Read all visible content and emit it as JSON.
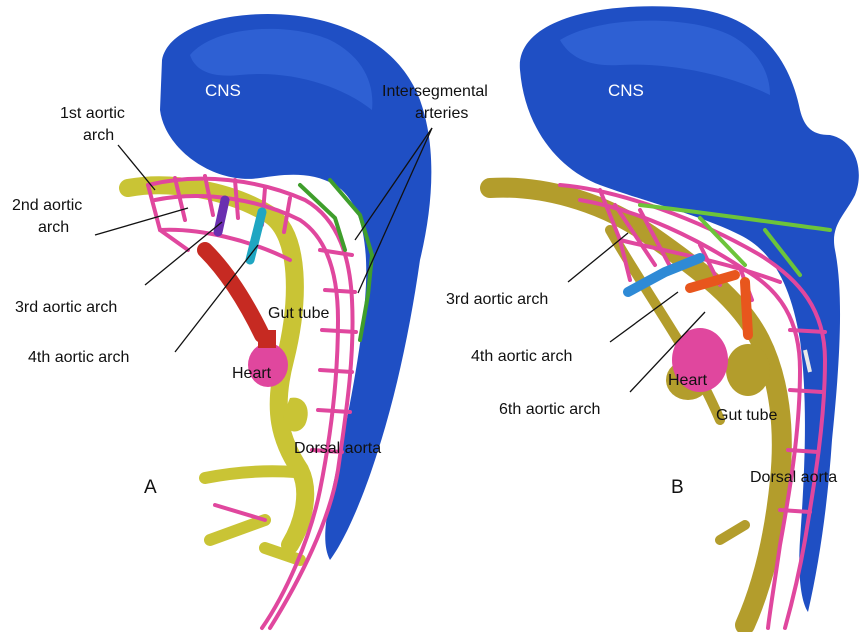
{
  "panelA": {
    "letter": "A",
    "cns": "CNS",
    "intersegmental_line1": "Intersegmental",
    "intersegmental_line2": "arteries",
    "arch1_line1": "1st aortic",
    "arch1_line2": "arch",
    "arch2_line1": "2nd aortic",
    "arch2_line2": "arch",
    "arch3": "3rd aortic arch",
    "arch4": "4th aortic arch",
    "gut_tube": "Gut tube",
    "heart": "Heart",
    "dorsal_aorta": "Dorsal aorta"
  },
  "panelB": {
    "letter": "B",
    "cns": "CNS",
    "arch3": "3rd aortic arch",
    "arch4": "4th aortic arch",
    "arch6": "6th aortic arch",
    "heart": "Heart",
    "gut_tube": "Gut tube",
    "dorsal_aorta": "Dorsal aorta"
  },
  "colors": {
    "cns": "#1f4fc4",
    "gut": "#c9c435",
    "gut_b": "#b39d2c",
    "vessel": "#e0479e",
    "heart": "#e0479e",
    "arch_red": "#c62a22",
    "arch_cyan": "#1fa6c2",
    "arch_purple": "#6a2fb0",
    "arch_blue": "#2e8ad6",
    "arch_orange": "#e8561d",
    "intersegmental_green": "#3f9e2c"
  }
}
